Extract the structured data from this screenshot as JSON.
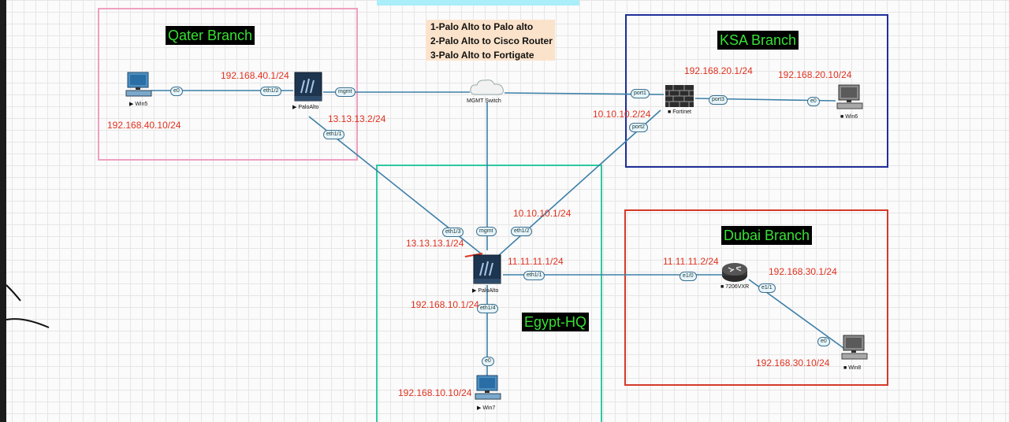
{
  "notes": [
    "1-Palo Alto to Palo alto",
    "2-Palo Alto to Cisco Router",
    "3-Palo Alto to Fortigate"
  ],
  "zones": {
    "qater": "Qater Branch",
    "ksa": "KSA Branch",
    "dubai": "Dubai Branch",
    "egypt": "Egypt-HQ"
  },
  "colors": {
    "qater_border": "#f0a0c0",
    "ksa_border": "#1f2f9a",
    "dubai_border": "#d43a2a",
    "egypt_border": "#2fc9a0",
    "ip_text": "#e0311f",
    "zone_label": "#37e033",
    "link": "#3c7fa8"
  },
  "devices": {
    "win5": "Win5",
    "paloalto_qater": "PaloAlto",
    "mgmt_switch": "MGMT Switch",
    "fortinet": "Fortinet",
    "win6": "Win6",
    "paloalto_hq": "PaloAlto",
    "router": "7206VXR",
    "win8": "Win8",
    "win7": "Win7"
  },
  "ports": {
    "win5_e0": "e0",
    "pa1_eth12": "eth1/2",
    "pa1_mgmt": "mgmt",
    "pa1_eth11": "eth1/1",
    "fw_port1": "port1",
    "fw_port3": "port3",
    "fw_port2": "port2",
    "win6_e0": "e0",
    "hq_eth13": "eth1/3",
    "hq_mgmt": "mgmt",
    "hq_eth12": "eth1/2",
    "hq_eth11": "eth1/1",
    "hq_eth14": "eth1/4",
    "win7_e0": "e0",
    "rt_e10": "e1/0",
    "rt_e11": "e1/1",
    "win8_e0": "e0"
  },
  "ips": {
    "qater_gw": "192.168.40.1/24",
    "qater_host": "192.168.40.10/24",
    "qater_wan": "13.13.13.2/24",
    "ksa_gw": "192.168.20.1/24",
    "ksa_host": "192.168.20.10/24",
    "ksa_wan": "10.10.10.2/24",
    "hq_to_ksa": "10.10.10.1/24",
    "hq_to_qater": "13.13.13.1/24",
    "hq_to_dubai": "11.11.11.1/24",
    "hq_lan": "192.168.10.1/24",
    "hq_host": "192.168.10.10/24",
    "dubai_wan": "11.11.11.2/24",
    "dubai_gw": "192.168.30.1/24",
    "dubai_host": "192.168.30.10/24"
  }
}
